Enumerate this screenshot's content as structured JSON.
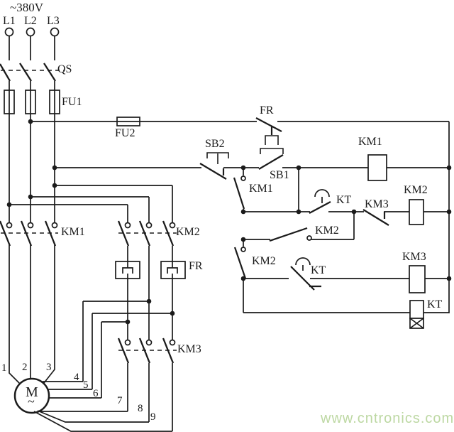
{
  "header": {
    "supply_voltage": "~380V",
    "phases": [
      "L1",
      "L2",
      "L3"
    ]
  },
  "labels": {
    "qs": "QS",
    "fu1": "FU1",
    "fu2": "FU2",
    "fr_contact": "FR",
    "sb2": "SB2",
    "sb1": "SB1",
    "km1_aux": "KM1",
    "km1_coil": "KM1",
    "kt_no_contact": "KT",
    "km3_nc_contact": "KM3",
    "km2_coil": "KM2",
    "km2_no_contact": "KM2",
    "km2_nc_contact": "KM2",
    "kt_nc_contact": "KT",
    "km3_coil": "KM3",
    "kt_coil": "KT",
    "km1_main": "KM1",
    "km2_main": "KM2",
    "fr_main": "FR",
    "km3_main": "KM3"
  },
  "motor": {
    "symbol": "M",
    "ac_mark": "~",
    "terminals": [
      "1",
      "2",
      "3",
      "4",
      "5",
      "6",
      "7",
      "8",
      "9"
    ]
  },
  "watermark": {
    "text": "www.cntronics.com",
    "color": "#bdd8a3"
  },
  "colors": {
    "wire": "#1b1b1b",
    "background": "#ffffff"
  }
}
